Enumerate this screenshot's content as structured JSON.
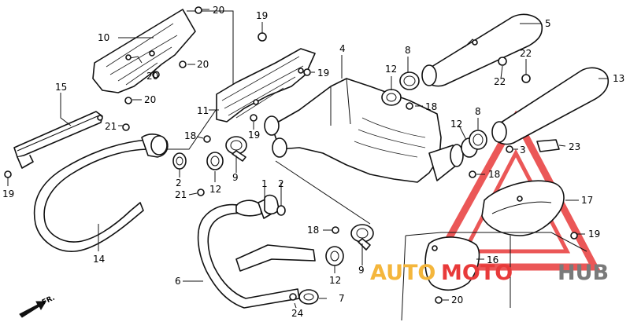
{
  "callouts": {
    "c20a": "20",
    "c10": "10",
    "c20b": "20",
    "c20c": "20",
    "c20d": "20",
    "c15": "15",
    "c21a": "21",
    "c19a": "19",
    "c14": "14",
    "c19b": "19",
    "c11": "11",
    "c19c": "19",
    "c19d": "19",
    "c4": "4",
    "c12a": "12",
    "c8a": "8",
    "c18a": "18",
    "c5": "5",
    "c22a": "22",
    "c22b": "22",
    "c13": "13",
    "c8b": "8",
    "c12b": "12",
    "c3": "3",
    "c23": "23",
    "c18b": "18",
    "c17": "17",
    "c19e": "19",
    "c16": "16",
    "c20e": "20",
    "c18c": "18",
    "c12c": "12",
    "c9a": "9",
    "c2a": "2",
    "c21b": "21",
    "c1": "1",
    "c2b": "2",
    "c18d": "18",
    "c12d": "12",
    "c9b": "9",
    "c6": "6",
    "c7": "7",
    "c24": "24"
  },
  "direction_label": "FR.",
  "watermark": {
    "part1": "AUTO",
    "part2": "MOTO",
    "part3": "HUB",
    "color_red": "#e83a3a",
    "color_orange": "#f4b63c",
    "color_gray": "#7a7a7a"
  }
}
